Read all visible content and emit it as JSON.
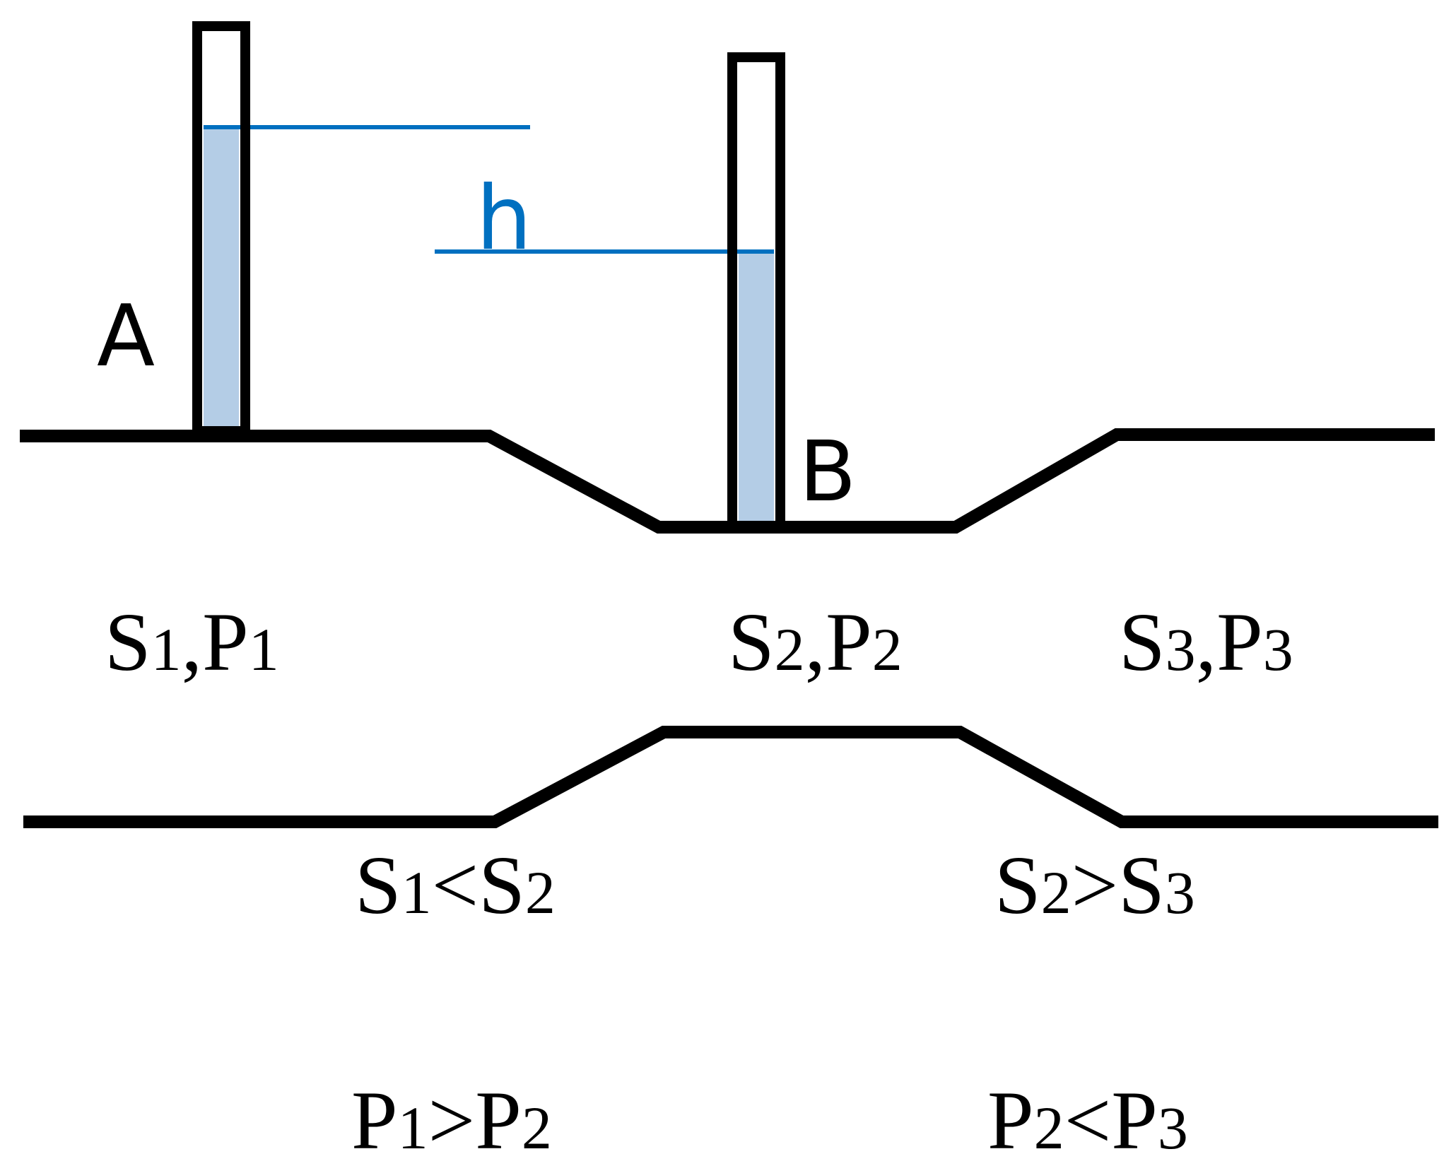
{
  "colors": {
    "outline": "#000000",
    "water_level": "#0070c0",
    "water_fill": "#b4cde6",
    "background": "#ffffff"
  },
  "labels": {
    "point_a": "A",
    "point_b": "B",
    "height": "h"
  },
  "sections": {
    "s1": {
      "s_base": "S",
      "s_sub": "1",
      "sep": ",",
      "p_base": "P",
      "p_sub": "1"
    },
    "s2": {
      "s_base": "S",
      "s_sub": "2",
      "sep": ",",
      "p_base": "P",
      "p_sub": "2"
    },
    "s3": {
      "s_base": "S",
      "s_sub": "3",
      "sep": ",",
      "p_base": "P",
      "p_sub": "3"
    }
  },
  "relations": {
    "area_left": {
      "a_base": "S",
      "a_sub": "1",
      "op": "<",
      "b_base": "S",
      "b_sub": "2"
    },
    "area_right": {
      "a_base": "S",
      "a_sub": "2",
      "op": ">",
      "b_base": "S",
      "b_sub": "3"
    },
    "pressure_left": {
      "a_base": "P",
      "a_sub": "1",
      "op": ">",
      "b_base": "P",
      "b_sub": "2"
    },
    "pressure_right": {
      "a_base": "P",
      "a_sub": "2",
      "op": "<",
      "b_base": "P",
      "b_sub": "3"
    }
  }
}
